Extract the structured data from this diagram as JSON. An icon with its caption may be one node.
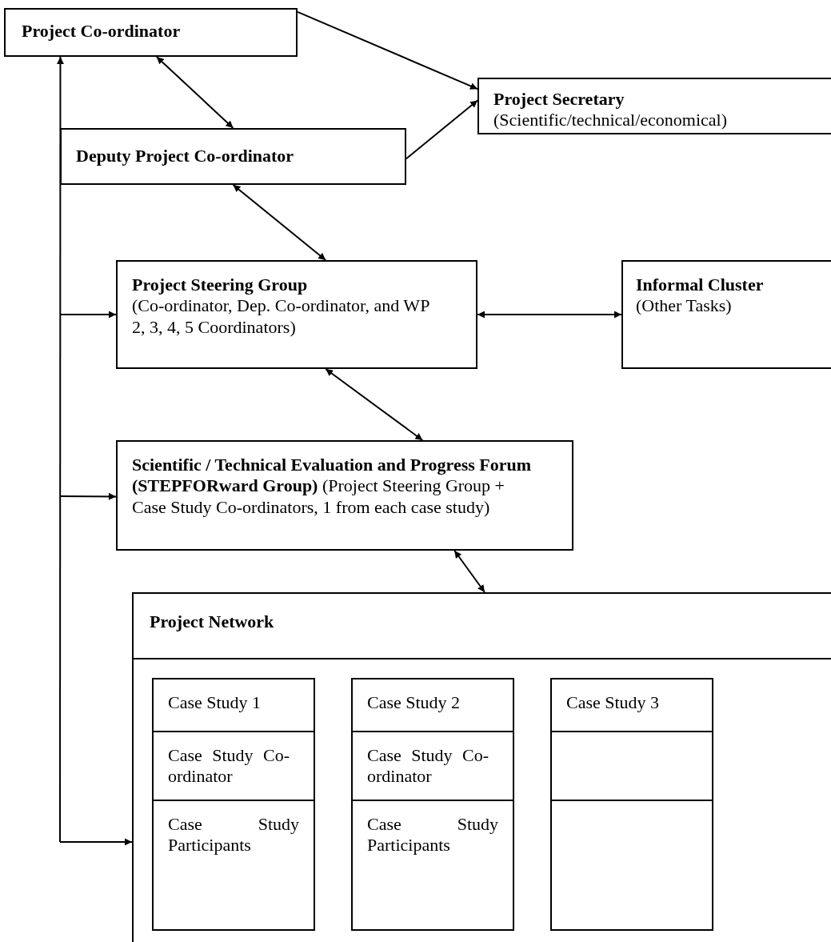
{
  "diagram": {
    "nodes": [
      {
        "text": [
          "Project Co-ordinator"
        ]
      },
      {
        "text": [
          "Project Secretary",
          "(Scientific/technical/economical)"
        ]
      },
      {
        "text": [
          "Deputy Project Co-ordinator"
        ]
      },
      {
        "text": [
          "Project Steering Group",
          "(Co-ordinator, Dep. Co-ordinator, and WP 2, 3, 4, 5 Coordinators)"
        ]
      },
      {
        "text": [
          "Informal Cluster",
          "(Other Tasks)"
        ]
      },
      {
        "text": [
          "**Scientific / Technical Evaluation and Progress Forum (STEPFORward Group)** (Project Steering Group + Case Study Co-ordinators, 1 from each case study)"
        ]
      },
      {
        "text": [
          "Project Network"
        ]
      },
      {
        "text": [
          "Case Study 1"
        ],
        "in": 6
      },
      {
        "text": [
          "Case Study Co-ordinator"
        ],
        "in": 6
      },
      {
        "text": [
          "Case Study Participants"
        ],
        "in": 6
      },
      {
        "text": [
          "Case Study 2"
        ],
        "in": 6
      },
      {
        "text": [
          "Case Study Co-ordinator"
        ],
        "in": 6
      },
      {
        "text": [
          "Case Study Participants"
        ],
        "in": 6
      },
      {
        "text": [
          "Case Study 3"
        ],
        "in": 6
      },
      {
        "text": [],
        "shape": "box",
        "in": 6
      },
      {
        "text": [],
        "shape": "box",
        "in": 6
      }
    ],
    "edges": [
      {
        "from": 0,
        "to": 1,
        "arrow": "to"
      },
      {
        "from": 2,
        "to": 1,
        "arrow": "to"
      },
      {
        "from": 0,
        "to": 2,
        "arrow": "both"
      },
      {
        "from": 2,
        "to": 3,
        "arrow": "both"
      },
      {
        "from": 3,
        "to": 4,
        "arrow": "both"
      },
      {
        "from": 3,
        "to": 5,
        "arrow": "both"
      },
      {
        "from": 5,
        "to": 6,
        "arrow": "both"
      },
      {
        "from": null,
        "to": 0,
        "arrow": "to"
      },
      {
        "from": null,
        "to": 3,
        "arrow": "to"
      },
      {
        "from": null,
        "to": 5,
        "arrow": "to"
      },
      {
        "from": null,
        "to": 6,
        "arrow": "to"
      }
    ]
  }
}
